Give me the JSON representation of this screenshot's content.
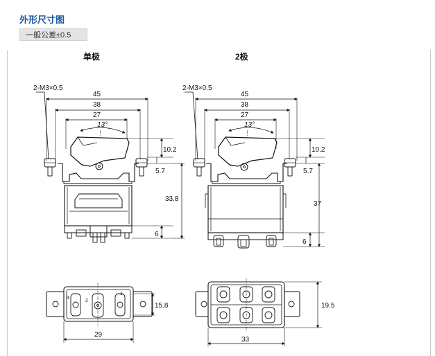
{
  "header": {
    "title": "外形尺寸图",
    "tolerance": "一般公差±0.5"
  },
  "single_pole": {
    "label": "单极",
    "screw": "2-M3×0.5",
    "dim_45": "45",
    "dim_38": "38",
    "dim_27": "27",
    "angle": "13°",
    "dim_10_2": "10.2",
    "dim_5_7": "5.7",
    "dim_33_8": "33.8",
    "dim_6": "6",
    "terminal_3": "3",
    "terminal_2": "2",
    "terminal_1": "1",
    "dim_15_8": "15.8",
    "dim_29": "29"
  },
  "double_pole": {
    "label": "2极",
    "screw": "2-M3×0.5",
    "dim_45": "45",
    "dim_38": "38",
    "dim_27": "27",
    "angle": "13°",
    "dim_10_2": "10.2",
    "dim_5_7": "5.7",
    "dim_37": "37",
    "dim_6": "6",
    "dim_19_5": "19.5",
    "dim_33": "33"
  },
  "colors": {
    "title": "#1b5aa0",
    "line": "#111111",
    "dim": "#222222"
  }
}
